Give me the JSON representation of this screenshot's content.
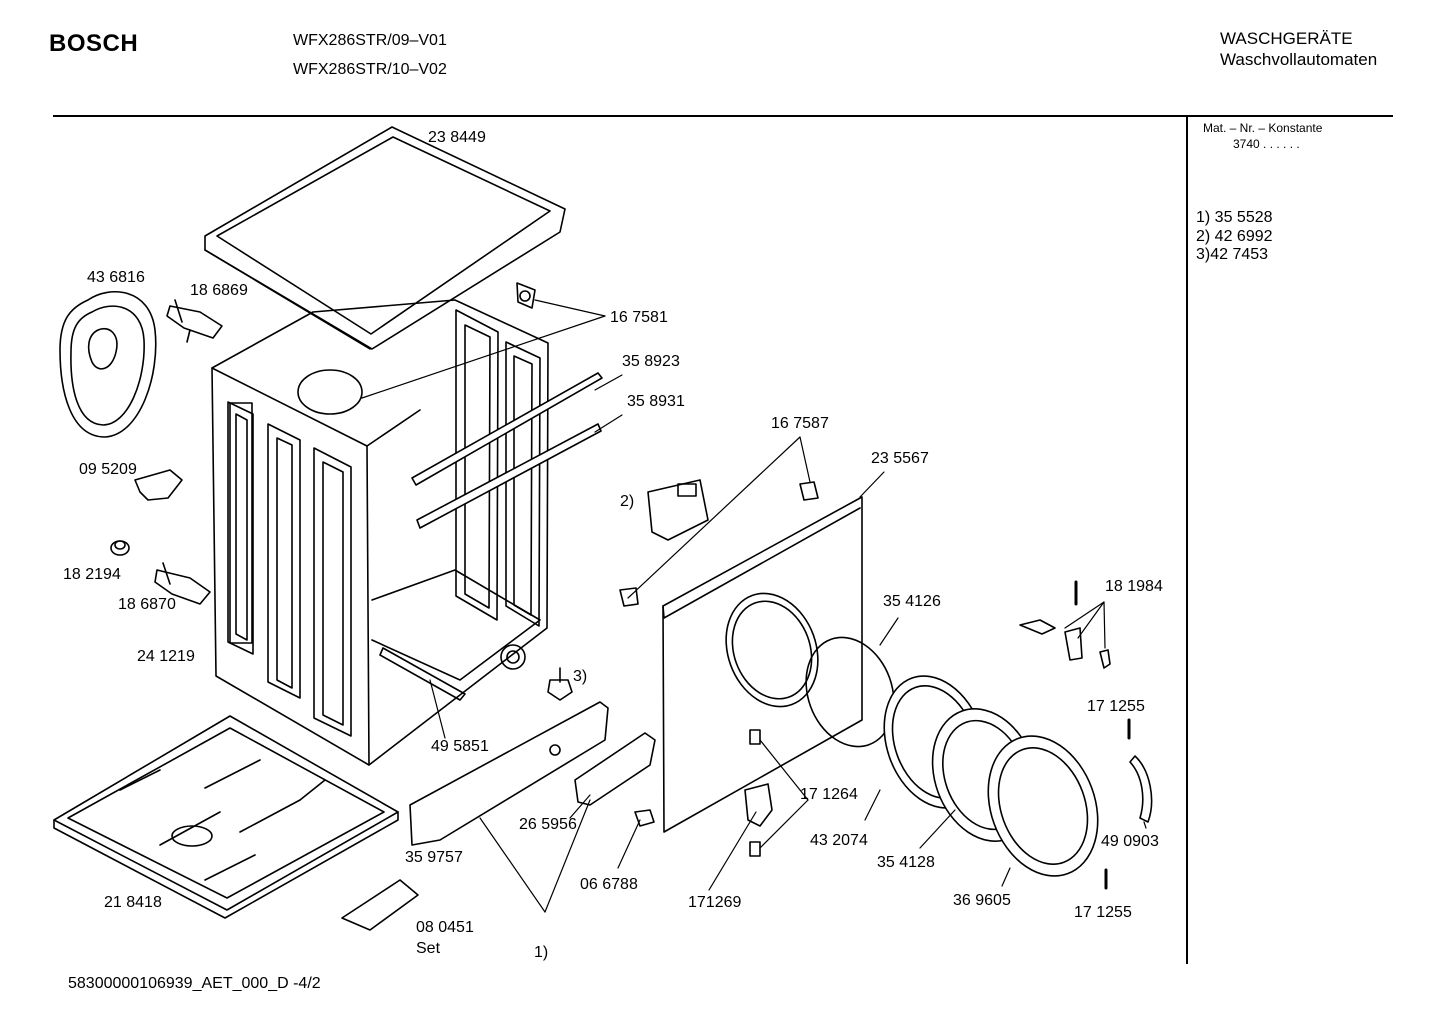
{
  "header": {
    "brand": "BOSCH",
    "model_lines": [
      "WFX286STR/09–V01",
      "WFX286STR/10–V02"
    ],
    "category": "WASCHGERÄTE",
    "subcategory": "Waschvollautomaten"
  },
  "sidebar": {
    "mat_label": "Mat. – Nr. – Konstante",
    "mat_value": "3740  .  .    .  .  .  .",
    "footnotes": [
      "1) 35 5528",
      "2) 42 6992",
      "3)42 7453"
    ]
  },
  "footer": {
    "code": "58300000106939_AET_000_D  -4/2"
  },
  "parts": [
    {
      "id": "p-238449",
      "label": "23 8449"
    },
    {
      "id": "p-436816",
      "label": "43 6816"
    },
    {
      "id": "p-186869",
      "label": "18 6869"
    },
    {
      "id": "p-167581",
      "label": "16 7581"
    },
    {
      "id": "p-358923",
      "label": "35 8923"
    },
    {
      "id": "p-358931",
      "label": "35 8931"
    },
    {
      "id": "p-167587",
      "label": "16 7587"
    },
    {
      "id": "p-235567",
      "label": "23 5567"
    },
    {
      "id": "p-095209",
      "label": "09 5209"
    },
    {
      "id": "p-fn2",
      "label": "2)"
    },
    {
      "id": "p-182194",
      "label": "18 2194"
    },
    {
      "id": "p-186870",
      "label": "18 6870"
    },
    {
      "id": "p-181984",
      "label": "18 1984"
    },
    {
      "id": "p-354126",
      "label": "35 4126"
    },
    {
      "id": "p-241219",
      "label": "24 1219"
    },
    {
      "id": "p-fn3",
      "label": "3)"
    },
    {
      "id": "p-171255a",
      "label": "17 1255"
    },
    {
      "id": "p-495851",
      "label": "49 5851"
    },
    {
      "id": "p-171264",
      "label": "17 1264"
    },
    {
      "id": "p-265956",
      "label": "26 5956"
    },
    {
      "id": "p-432074",
      "label": "43 2074"
    },
    {
      "id": "p-490903",
      "label": "49 0903"
    },
    {
      "id": "p-359757",
      "label": "35 9757"
    },
    {
      "id": "p-354128",
      "label": "35 4128"
    },
    {
      "id": "p-066788",
      "label": "06 6788"
    },
    {
      "id": "p-218418",
      "label": "21 8418"
    },
    {
      "id": "p-171269",
      "label": "171269"
    },
    {
      "id": "p-369605",
      "label": "36 9605"
    },
    {
      "id": "p-171255b",
      "label": "17 1255"
    },
    {
      "id": "p-080451",
      "label": "08 0451"
    },
    {
      "id": "p-set",
      "label": "Set"
    },
    {
      "id": "p-fn1",
      "label": "1)"
    }
  ]
}
